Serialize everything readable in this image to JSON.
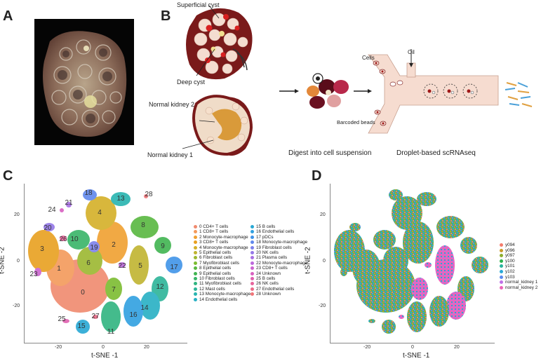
{
  "panels": {
    "a": "A",
    "b": "B",
    "c": "C",
    "d": "D"
  },
  "panel_b": {
    "superficial_cyst": "Superficial cyst",
    "deep_cyst": "Deep cyst",
    "normal_kidney_2": "Normal kidney 2",
    "normal_kidney_1": "Normal kidney 1",
    "cells": "Cells",
    "oil": "Oil",
    "barcoded_beads": "Barcoded beads",
    "digest": "Digest into cell suspension",
    "droplet": "Droplet-based scRNAseq"
  },
  "panel_c": {
    "xlabel": "t-SNE -1",
    "ylabel": "t-SNE -2",
    "yticks": [
      "20",
      "0",
      "-20"
    ],
    "xticks": [
      "-20",
      "0",
      "20"
    ],
    "legend_col1": [
      {
        "label": "0 CD4+ T cells",
        "color": "#f08a6e"
      },
      {
        "label": "1 CD8+ T cells",
        "color": "#f39a5a"
      },
      {
        "label": "2 Monocyte-macrophage",
        "color": "#f0a030"
      },
      {
        "label": "3 CD8+ T cells",
        "color": "#e8a020"
      },
      {
        "label": "4 Monocyte-macrophage",
        "color": "#d4b028"
      },
      {
        "label": "5 Epithelial cells",
        "color": "#c0b430"
      },
      {
        "label": "6 Fibroblast cells",
        "color": "#9cb830"
      },
      {
        "label": "7 Myofibroblast cells",
        "color": "#7cbc30"
      },
      {
        "label": "8 Epithelial cells",
        "color": "#58b840"
      },
      {
        "label": "9 Epithelial cells",
        "color": "#40b450"
      },
      {
        "label": "10 Fibroblast cells",
        "color": "#38b468"
      },
      {
        "label": "11 Myofibroblast cells",
        "color": "#30b480"
      },
      {
        "label": "12 Mast cells",
        "color": "#2cb498"
      },
      {
        "label": "13 Monocyte-macrophage",
        "color": "#28b4b0"
      },
      {
        "label": "14 Endothelial cells",
        "color": "#28b0c4"
      }
    ],
    "legend_col2": [
      {
        "label": "15 B cells",
        "color": "#28a8d4"
      },
      {
        "label": "16 Endothelial cells",
        "color": "#30a0e0"
      },
      {
        "label": "17 pDCs",
        "color": "#4094e8"
      },
      {
        "label": "18 Monocyte-macrophage",
        "color": "#6088ec"
      },
      {
        "label": "19 Fibroblast cells",
        "color": "#7c80ec"
      },
      {
        "label": "20 NK cells",
        "color": "#9478e8"
      },
      {
        "label": "21 Plasma cells",
        "color": "#a870e4"
      },
      {
        "label": "22 Monocyte-macrophage",
        "color": "#bc68dc"
      },
      {
        "label": "23 CD8+ T cells",
        "color": "#cc64d0"
      },
      {
        "label": "24 Unknown",
        "color": "#d860c0"
      },
      {
        "label": "25 B cells",
        "color": "#e060b0"
      },
      {
        "label": "26 NK cells",
        "color": "#e8649c"
      },
      {
        "label": "27 Endothelial cells",
        "color": "#ec6a88"
      },
      {
        "label": "28 Unknown",
        "color": "#f07478"
      }
    ],
    "cluster_labels": [
      "0",
      "1",
      "2",
      "3",
      "4",
      "5",
      "6",
      "7",
      "8",
      "9",
      "10",
      "11",
      "12",
      "13",
      "14",
      "15",
      "16",
      "17",
      "18",
      "19",
      "20",
      "21",
      "22",
      "23",
      "24",
      "25",
      "26",
      "27",
      "28"
    ]
  },
  "panel_d": {
    "xlabel": "t-SNE -1",
    "ylabel": "t-SNE -2",
    "yticks": [
      "20",
      "0",
      "-20"
    ],
    "xticks": [
      "-20",
      "0",
      "20"
    ],
    "legend": [
      {
        "label": "y094",
        "color": "#f47c6c"
      },
      {
        "label": "y096",
        "color": "#c89a28"
      },
      {
        "label": "y097",
        "color": "#8cae2c"
      },
      {
        "label": "y100",
        "color": "#2cb24c"
      },
      {
        "label": "y101",
        "color": "#28b49c"
      },
      {
        "label": "y102",
        "color": "#28a8d8"
      },
      {
        "label": "y103",
        "color": "#5c8cf0"
      },
      {
        "label": "normal_kidney 1",
        "color": "#c070e8"
      },
      {
        "label": "normal_kidney 2",
        "color": "#ec64b8"
      }
    ]
  }
}
